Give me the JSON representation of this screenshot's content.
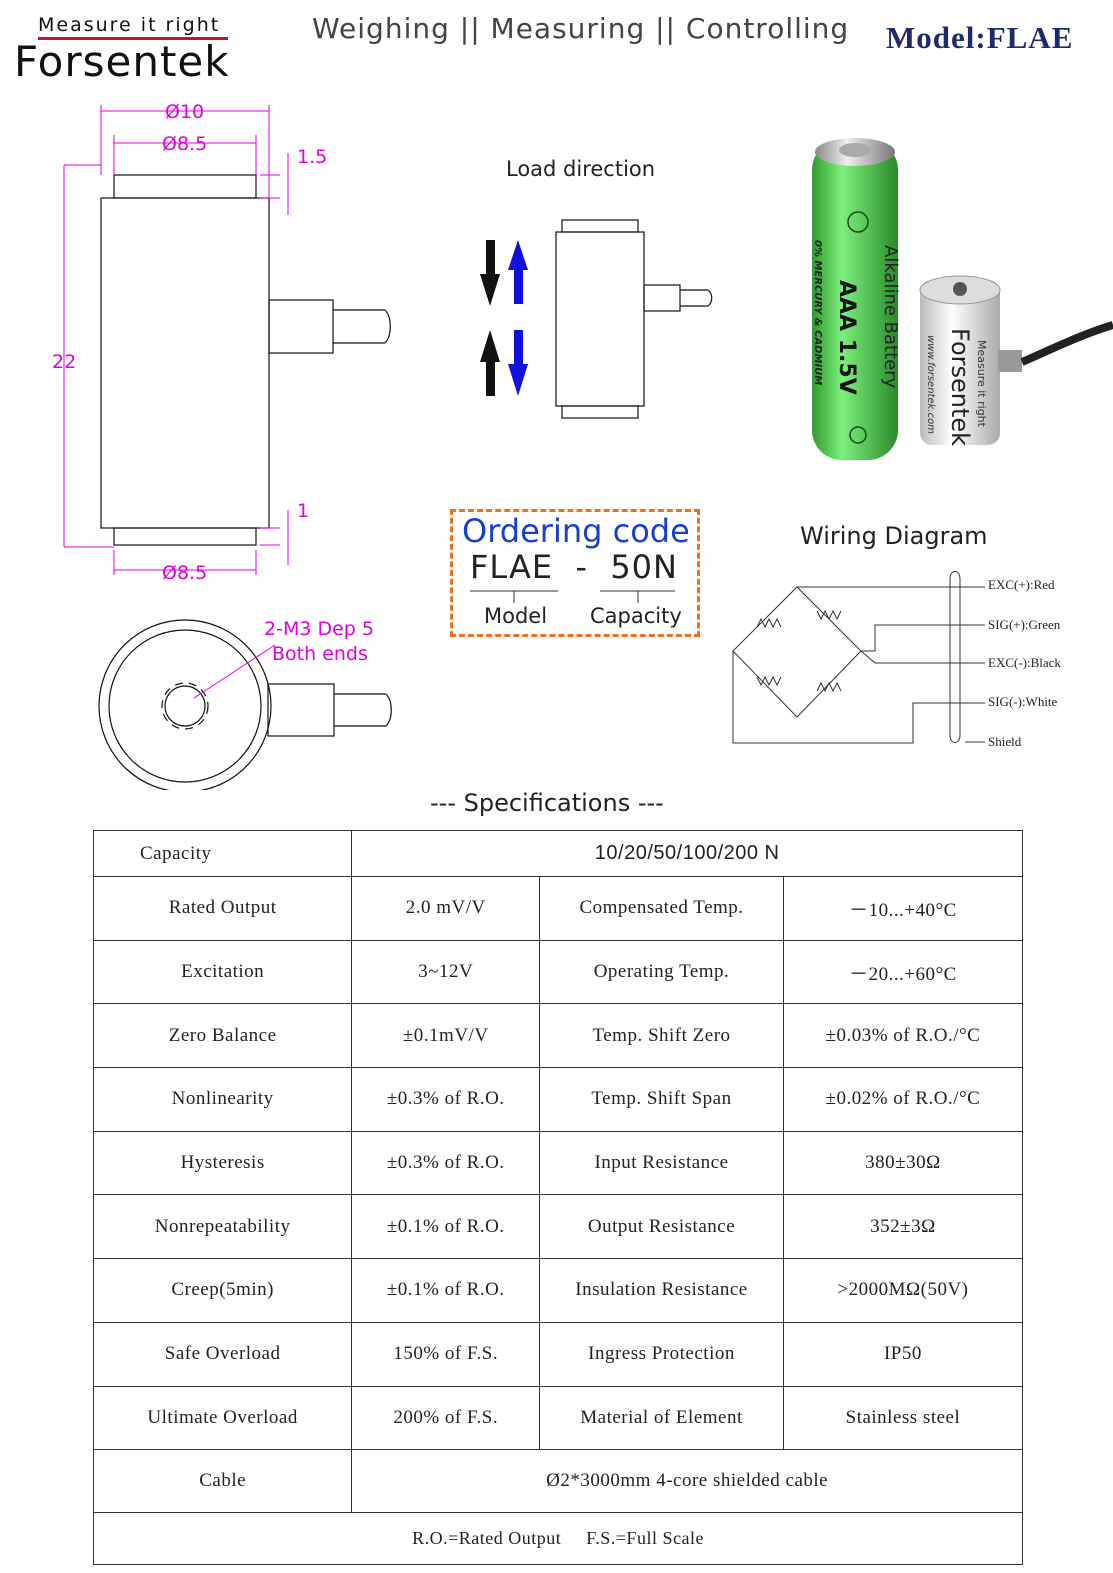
{
  "header": {
    "tagline": "Measure it right",
    "brand": "Forsentek",
    "slogan": "Weighing || Measuring || Controlling",
    "model": "Model:FLAE"
  },
  "drawing": {
    "dia_top": "Ø10",
    "dia_inner": "Ø8.5",
    "dia_bottom": "Ø8.5",
    "top_step": "1.5",
    "bottom_step": "1",
    "height": "22",
    "thread_1": "2-M3 Dep 5",
    "thread_2": "Both ends"
  },
  "load_direction": {
    "label": "Load direction"
  },
  "photo": {
    "battery_line1": "AAA 1.5V",
    "battery_line2": "0% MERCURY & CADMIUM",
    "battery_brand": "Alkaline Battery",
    "sensor_tag": "Measure it right",
    "sensor_brand": "Forsentek",
    "sensor_url": "www.forsentek.com"
  },
  "ordering": {
    "title": "Ordering code",
    "code": "FLAE  -  50N",
    "model_lbl": "Model",
    "capacity_lbl": "Capacity"
  },
  "wiring": {
    "title": "Wiring Diagram",
    "exc_plus": "EXC(+):Red",
    "sig_plus": "SIG(+):Green",
    "exc_minus": "EXC(-):Black",
    "sig_minus": "SIG(-):White",
    "shield": "Shield"
  },
  "specs": {
    "title": "--- Specifications ---",
    "capacity_label": "Capacity",
    "capacity_value": "10/20/50/100/200 N",
    "rows": [
      [
        "Rated Output",
        "2.0 mV/V",
        "Compensated Temp.",
        "－10...+40°C"
      ],
      [
        "Excitation",
        "3~12V",
        "Operating Temp.",
        "－20...+60°C"
      ],
      [
        "Zero  Balance",
        "±0.1mV/V",
        "Temp. Shift Zero",
        "±0.03% of R.O./°C"
      ],
      [
        "Nonlinearity",
        "±0.3% of R.O.",
        "Temp. Shift Span",
        "±0.02% of R.O./°C"
      ],
      [
        "Hysteresis",
        "±0.3% of R.O.",
        "Input Resistance",
        "380±30Ω"
      ],
      [
        "Nonrepeatability",
        "±0.1% of R.O.",
        "Output Resistance",
        "352±3Ω"
      ],
      [
        "Creep(5min)",
        "±0.1% of R.O.",
        "Insulation Resistance",
        ">2000MΩ(50V)"
      ],
      [
        "Safe Overload",
        "150% of F.S.",
        "Ingress Protection",
        "IP50"
      ],
      [
        "Ultimate Overload",
        "200% of F.S.",
        "Material  of  Element",
        "Stainless steel"
      ]
    ],
    "cable_label": "Cable",
    "cable_value": "Ø2*3000mm 4-core shielded cable",
    "footnote": "R.O.=Rated Output     F.S.=Full Scale"
  }
}
